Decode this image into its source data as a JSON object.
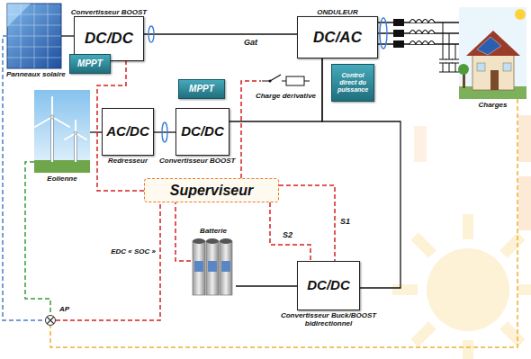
{
  "diagram": {
    "nodes": [
      {
        "text": [
          "Panneaux solaire"
        ]
      },
      {
        "text": [
          "Convertisseur BOOST",
          "DC/DC"
        ]
      },
      {
        "text": [
          "MPPT"
        ]
      },
      {
        "text": [
          "ONDULEUR",
          "DC/AC"
        ]
      },
      {
        "text": [
          "Control direct du puissance"
        ]
      },
      {
        "text": [
          "Charges"
        ]
      },
      {
        "text": [
          "Charge dérivative"
        ]
      },
      {
        "text": [
          "MPPT"
        ]
      },
      {
        "text": [
          "Eolienne"
        ]
      },
      {
        "text": [
          "AC/DC",
          "Redresseur"
        ]
      },
      {
        "text": [
          "DC/DC",
          "Convertisseur BOOST"
        ]
      },
      {
        "text": [
          "Superviseur"
        ]
      },
      {
        "text": [
          "Batterie"
        ]
      },
      {
        "text": [
          "DC/DC",
          "Convertisseur Buck/BOOST bidirectionnel"
        ]
      },
      {
        "text": [
          "AP"
        ]
      }
    ],
    "edges": [
      {
        "from": 0,
        "to": 1,
        "arrow": "none"
      },
      {
        "from": 1,
        "to": 3,
        "arrow": "none"
      },
      {
        "from": 3,
        "to": 5,
        "arrow": "none"
      },
      {
        "from": 8,
        "to": 9,
        "arrow": "none"
      },
      {
        "from": 9,
        "to": 10,
        "arrow": "none"
      },
      {
        "from": 10,
        "to": 3,
        "arrow": "none"
      },
      {
        "from": 12,
        "to": 13,
        "arrow": "none"
      },
      {
        "from": 13,
        "to": 3,
        "arrow": "none"
      },
      {
        "from": 11,
        "to": 1,
        "arrow": "none"
      },
      {
        "from": 11,
        "to": 6,
        "arrow": "none"
      },
      {
        "from": 11,
        "to": 13,
        "label": "S1",
        "arrow": "none"
      },
      {
        "from": 11,
        "to": 13,
        "label": "S2",
        "arrow": "none"
      },
      {
        "from": 12,
        "to": 11,
        "arrow": "none"
      },
      {
        "from": 0,
        "to": 14,
        "arrow": "none"
      },
      {
        "from": 8,
        "to": 14,
        "arrow": "none"
      },
      {
        "from": 5,
        "to": 14,
        "arrow": "none"
      },
      {
        "from": 14,
        "to": 11,
        "arrow": "none"
      }
    ],
    "labels": [
      "Gat",
      "EDC « SOC »"
    ]
  }
}
